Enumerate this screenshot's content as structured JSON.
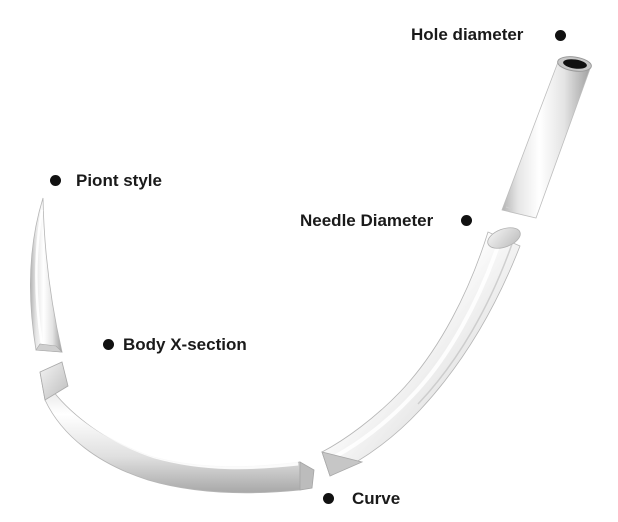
{
  "labels": {
    "hole_diameter": "Hole diameter",
    "needle_diameter": "Needle Diameter",
    "point_style": "Piont style",
    "body_x_section": "Body X-section",
    "curve": "Curve"
  },
  "colors": {
    "label_text": "#1a1a1a",
    "marker": "#111111",
    "metal_light": "#ffffff",
    "metal_mid": "#e2e2e2",
    "metal_dark": "#a9a9a9",
    "hole": "#111111"
  },
  "icons": {
    "marker": "bullet-dot-icon"
  }
}
